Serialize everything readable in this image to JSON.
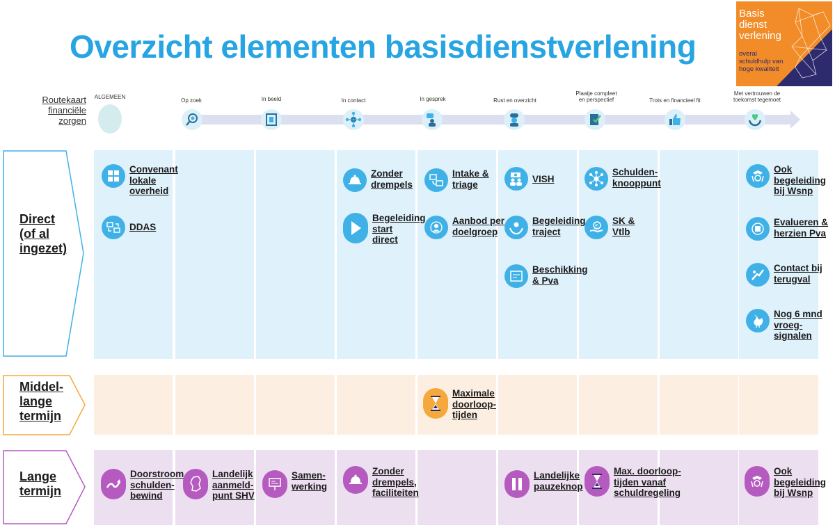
{
  "title": "Overzicht elementen basisdienstverlening",
  "logo": {
    "title": "Basis\ndienst\nverlening",
    "subtitle": "overal\nschuldhulp van\nhoge kwaliteit",
    "colors": {
      "orange": "#f28c28",
      "navy": "#2d2a6e"
    }
  },
  "route_label": "Routekaart\nfinanciële\nzorgen",
  "stages": [
    {
      "label": "ALGEMEEN",
      "icon": "circle-icon"
    },
    {
      "label": "Op zoek",
      "icon": "magnifier-icon"
    },
    {
      "label": "In beeld",
      "icon": "frame-icon"
    },
    {
      "label": "In contact",
      "icon": "network-icon"
    },
    {
      "label": "In gesprek",
      "icon": "chat-icon"
    },
    {
      "label": "Rust en overzicht",
      "icon": "chef-icon"
    },
    {
      "label": "Plaatje compleet\nen perspectief",
      "icon": "document-check-icon"
    },
    {
      "label": "Trots en financieel fit",
      "icon": "thumbs-up-icon"
    },
    {
      "label": "Met vertrouwen de\ntoekomst tegemoet",
      "icon": "heart-hands-icon"
    }
  ],
  "rows": {
    "direct": "Direct\n(of al\ningezet)",
    "middel": "Middel-\nlange\ntermijn",
    "lange": "Lange\ntermijn"
  },
  "colors": {
    "direct_bg": "#dff1fb",
    "middel_bg": "#fcefe2",
    "lange_bg": "#ecdff0",
    "direct_border": "#3fb1e7",
    "middel_border": "#f5a83c",
    "lange_border": "#b55bc0",
    "icon_blue": "#3fb1e7",
    "icon_purple": "#b55bc0",
    "icon_orange": "#f5a83c",
    "title": "#27a5e2"
  },
  "items": {
    "direct": [
      {
        "label": "Convenant\nlokale\noverheid",
        "icon": "puzzle-icon"
      },
      {
        "label": "DDAS",
        "icon": "data-exchange-icon"
      },
      {
        "label": "Zonder\ndrempels",
        "icon": "bell-icon"
      },
      {
        "label": "Begeleiding\nstart\ndirect",
        "icon": "play-icon"
      },
      {
        "label": "Intake &\ntriage",
        "icon": "screens-icon"
      },
      {
        "label": "Aanbod per\ndoelgroep",
        "icon": "person-target-icon"
      },
      {
        "label": "VISH",
        "icon": "money-people-icon"
      },
      {
        "label": "Begeleiding\ntraject",
        "icon": "helping-hands-icon"
      },
      {
        "label": "Beschikking\n& Pva",
        "icon": "certificate-icon"
      },
      {
        "label": "Schulden-\nknooppunt",
        "icon": "knot-network-icon"
      },
      {
        "label": "SK &\nVtlb",
        "icon": "euro-hand-icon"
      },
      {
        "label": "Ook\nbegeleiding\nbij Wsnp",
        "icon": "robot-arm-icon"
      },
      {
        "label": "Evalueren &\nherzien Pva",
        "icon": "review-cycle-icon"
      },
      {
        "label": "Contact bij\nterugval",
        "icon": "handshake-icon"
      },
      {
        "label": "Nog 6 mnd\nvroeg-\nsignalen",
        "icon": "rooster-icon"
      }
    ],
    "middel": [
      {
        "label": "Maximale\ndoorloop-\ntijden",
        "icon": "hourglass-icon"
      }
    ],
    "lange": [
      {
        "label": "Doorstroom\nschulden-\nbewind",
        "icon": "flow-arrow-icon"
      },
      {
        "label": "Landelijk\naanmeld-\npunt SHV",
        "icon": "netherlands-map-icon"
      },
      {
        "label": "Samen-\nwerking",
        "icon": "presentation-icon"
      },
      {
        "label": "Zonder\ndrempels,\nfaciliteiten",
        "icon": "bell-icon"
      },
      {
        "label": "Landelijke\npauzeknop",
        "icon": "pause-icon"
      },
      {
        "label": "Max. doorloop-\ntijden vanaf\nschuldregeling",
        "icon": "hourglass-icon"
      },
      {
        "label": "Ook\nbegeleiding\nbij Wsnp",
        "icon": "robot-arm-icon"
      }
    ]
  }
}
